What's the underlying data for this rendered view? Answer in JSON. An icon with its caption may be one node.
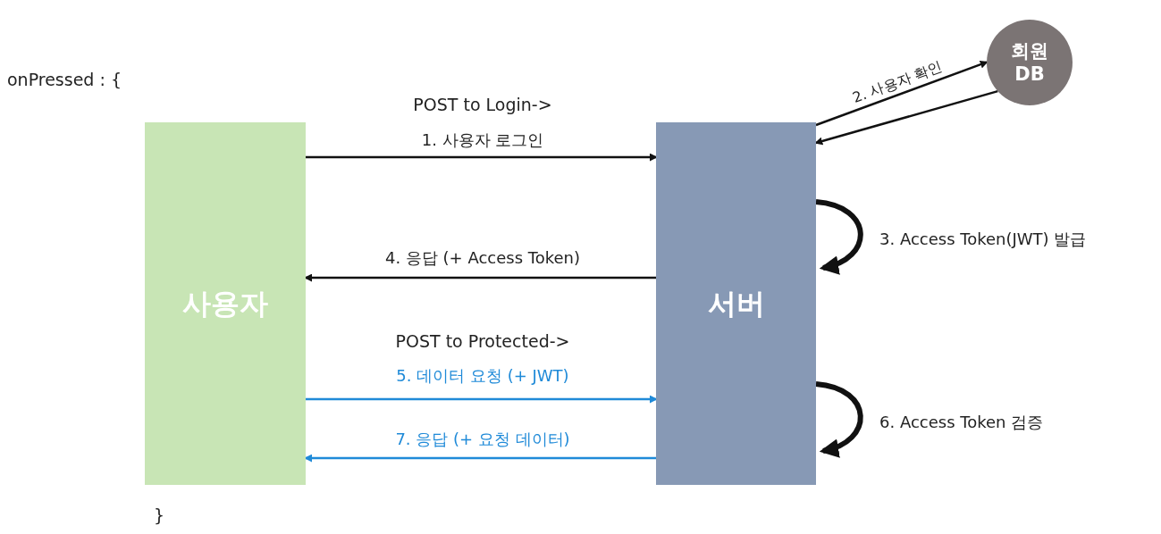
{
  "diagram": {
    "nodes": [
      {
        "text": [
          "사용자"
        ]
      },
      {
        "text": [
          "서버"
        ]
      },
      {
        "text": [
          "회원 DB"
        ]
      }
    ],
    "edges": [
      {
        "from": 0,
        "to": 1,
        "arrow": "to",
        "label": "1. 사용자 로그인"
      },
      {
        "from": 1,
        "to": 2,
        "arrow": "to",
        "label": "2. 사용자 확인"
      },
      {
        "from": 2,
        "to": 1,
        "arrow": "to"
      },
      {
        "from": 1,
        "to": 1,
        "arrow": "to",
        "label": "3. Access Token(JWT) 발급",
        "style": "thick"
      },
      {
        "from": 1,
        "to": 0,
        "arrow": "to",
        "label": "4. 응답 (+ Access Token)"
      },
      {
        "from": 0,
        "to": 1,
        "arrow": "to",
        "label": "5. 데이터 요청 (+ JWT)",
        "color": "#1f8ad8"
      },
      {
        "from": 1,
        "to": 1,
        "arrow": "to",
        "label": "6. Access Token 검증",
        "style": "thick"
      },
      {
        "from": 1,
        "to": 0,
        "arrow": "to",
        "label": "7. 응답 (+ 요청 데이터)",
        "color": "#1f8ad8"
      }
    ],
    "labels": [
      "onPressed :  {",
      "POST to Login->",
      "POST to Protected->",
      "}"
    ]
  }
}
